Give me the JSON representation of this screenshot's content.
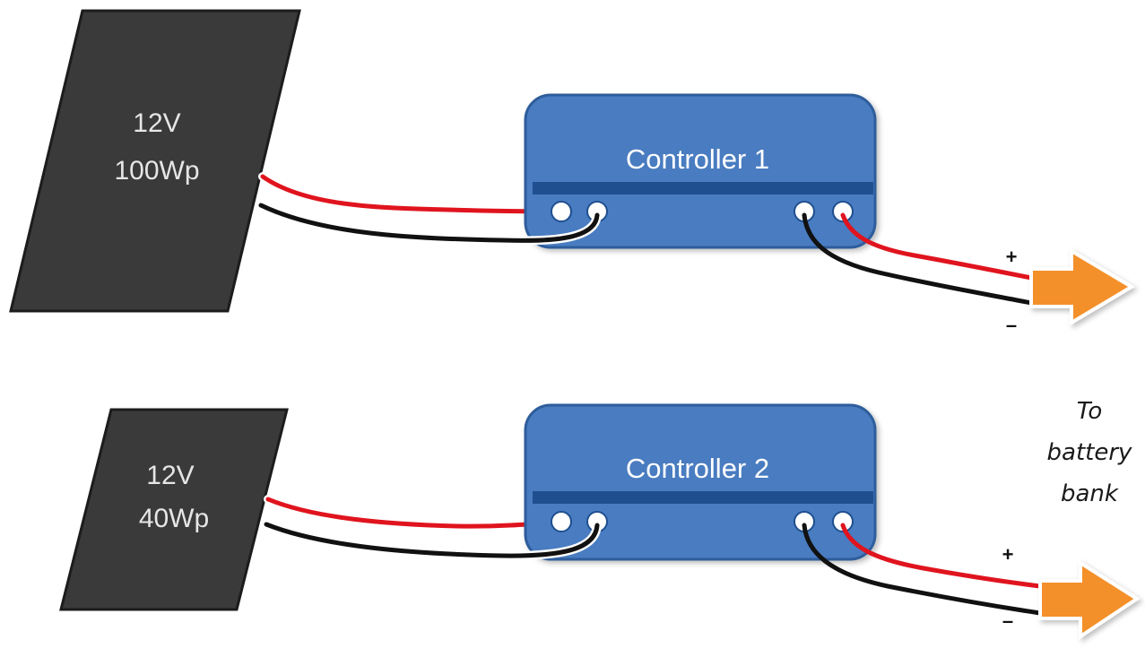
{
  "colors": {
    "panel_fill": "#3a3a3a",
    "panel_stroke": "#1c1c1c",
    "controller_fill": "#4a7cc0",
    "controller_stroke": "#2f5d9c",
    "controller_band": "#1f4f8f",
    "wire_positive": "#e0141e",
    "wire_negative": "#111111",
    "arrow_fill": "#f4902a"
  },
  "system_1": {
    "panel": {
      "voltage": "12V",
      "power": "100Wp"
    },
    "controller": {
      "label": "Controller 1"
    },
    "output": {
      "plus": "+",
      "minus": "–"
    }
  },
  "system_2": {
    "panel": {
      "voltage": "12V",
      "power": "40Wp"
    },
    "controller": {
      "label": "Controller 2"
    },
    "output": {
      "plus": "+",
      "minus": "–"
    }
  },
  "destination": {
    "line1": "To",
    "line2": "battery",
    "line3": "bank"
  }
}
